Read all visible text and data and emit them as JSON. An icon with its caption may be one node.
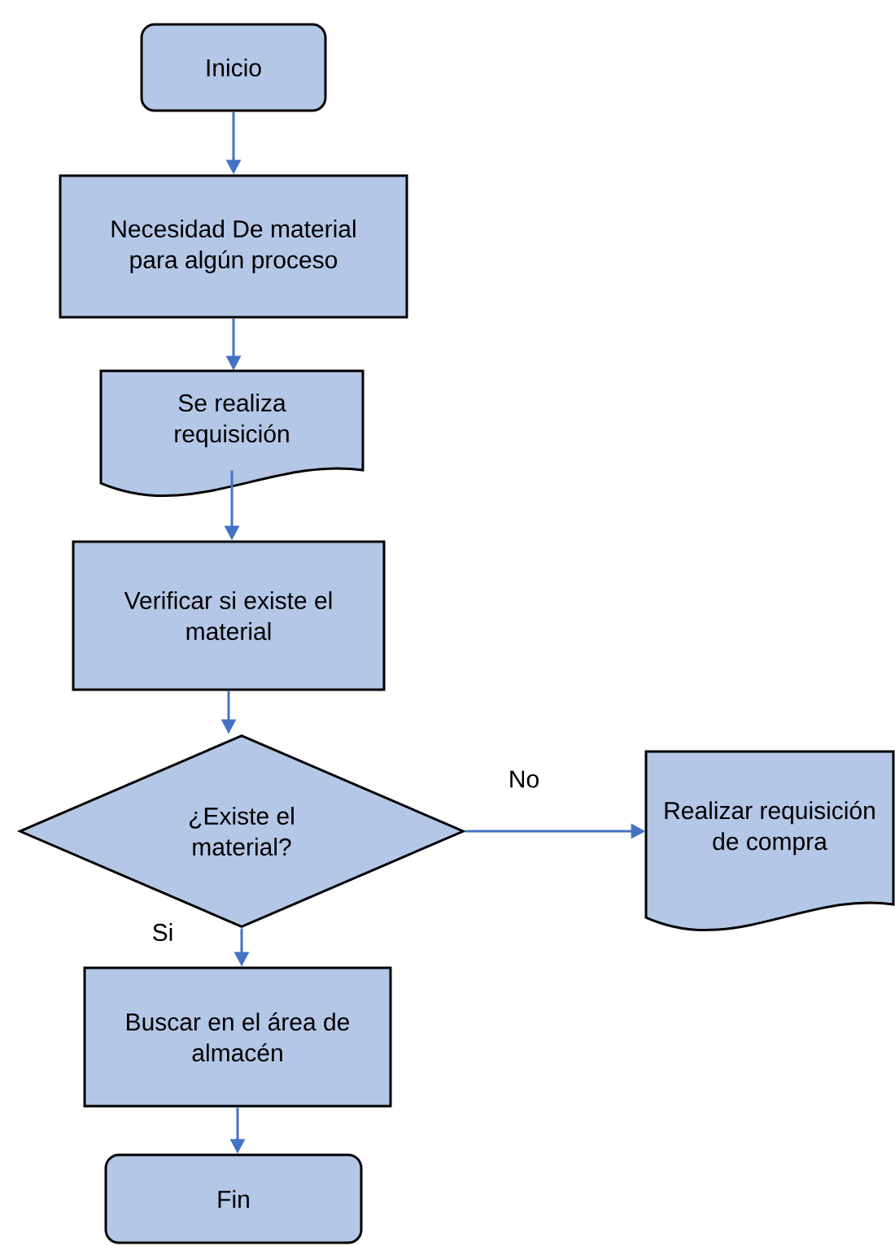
{
  "diagram": {
    "nodes": [
      {
        "text": [
          "Inicio"
        ]
      },
      {
        "text": [
          "Necesidad De material para algún proceso"
        ]
      },
      {
        "text": [
          "Se realiza requisición"
        ]
      },
      {
        "text": [
          "Verificar si existe el material"
        ]
      },
      {
        "text": [
          "¿Existe el material?"
        ]
      },
      {
        "text": [
          "Realizar requisición de compra"
        ]
      },
      {
        "text": [
          "Buscar en el área de almacén"
        ]
      },
      {
        "text": [
          "Fin"
        ]
      }
    ],
    "edges": [
      {
        "from": 0,
        "to": 1,
        "arrow": "to"
      },
      {
        "from": 1,
        "to": 2,
        "arrow": "to"
      },
      {
        "from": 2,
        "to": 3,
        "arrow": "to"
      },
      {
        "from": 3,
        "to": 4,
        "arrow": "to"
      },
      {
        "from": 4,
        "to": 5,
        "arrow": "to",
        "label": "No"
      },
      {
        "from": 4,
        "to": 6,
        "arrow": "to",
        "label": "Si"
      },
      {
        "from": 6,
        "to": 7,
        "arrow": "to"
      }
    ]
  }
}
